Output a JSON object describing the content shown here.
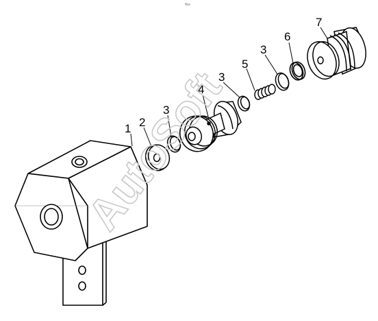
{
  "diagram": {
    "header_mark": "%∞",
    "watermark": "AutoSoft",
    "callouts": [
      {
        "id": "callout-1",
        "text": "1"
      },
      {
        "id": "callout-2",
        "text": "2"
      },
      {
        "id": "callout-3a",
        "text": "3"
      },
      {
        "id": "callout-4",
        "text": "4"
      },
      {
        "id": "callout-3b",
        "text": "3"
      },
      {
        "id": "callout-5",
        "text": "5"
      },
      {
        "id": "callout-3c",
        "text": "3"
      },
      {
        "id": "callout-6",
        "text": "6"
      },
      {
        "id": "callout-7",
        "text": "7"
      }
    ],
    "parts": [
      {
        "name": "housing",
        "label": "1"
      },
      {
        "name": "washer",
        "label": "2"
      },
      {
        "name": "o-ring",
        "label": "3"
      },
      {
        "name": "valve-body",
        "label": "4"
      },
      {
        "name": "spring",
        "label": "5"
      },
      {
        "name": "seal-ring",
        "label": "6"
      },
      {
        "name": "plug",
        "label": "7"
      }
    ]
  }
}
